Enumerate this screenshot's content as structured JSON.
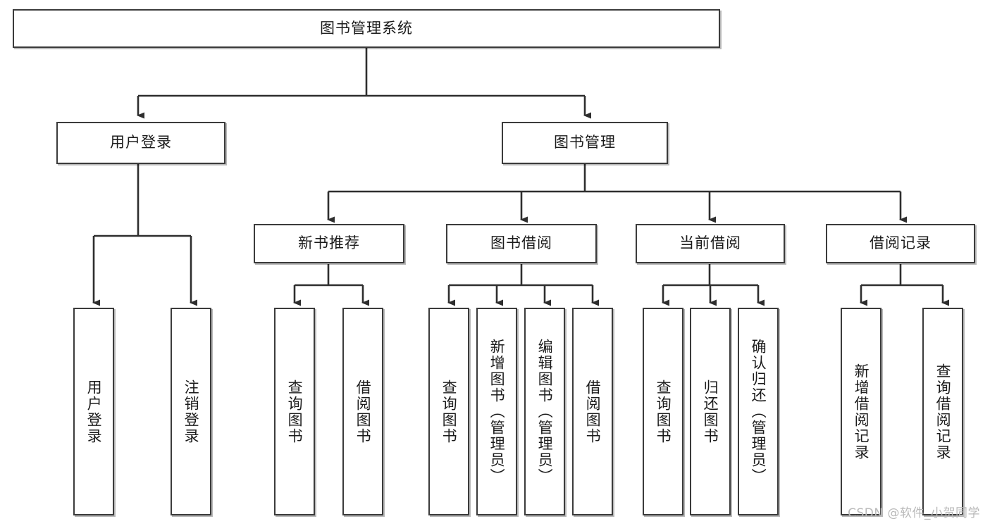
{
  "diagram": {
    "title": "图书管理系统",
    "type": "hierarchy-tree",
    "watermark": "CSDN @软件_小贺同学",
    "colors": {
      "background": "#ffffff",
      "box_border": "#3b3b3b",
      "box_fill": "#ffffff",
      "connector": "#2e2e2e",
      "text": "#1b1b1b",
      "watermark": "#b9b9b9"
    },
    "levels": {
      "root": {
        "label": "图书管理系统"
      },
      "level2": [
        {
          "label": "用户登录"
        },
        {
          "label": "图书管理"
        }
      ],
      "level3": [
        {
          "label": "新书推荐"
        },
        {
          "label": "图书借阅"
        },
        {
          "label": "当前借阅"
        },
        {
          "label": "借阅记录"
        }
      ],
      "leaves": {
        "user_login": [
          {
            "label": "用户登录"
          },
          {
            "label": "注销登录"
          }
        ],
        "new_book_recommend": [
          {
            "label": "查询图书"
          },
          {
            "label": "借阅图书"
          }
        ],
        "book_borrow": [
          {
            "label": "查询图书"
          },
          {
            "label": "新增图书（管理员）"
          },
          {
            "label": "编辑图书（管理员）"
          },
          {
            "label": "借阅图书"
          }
        ],
        "current_borrow": [
          {
            "label": "查询图书"
          },
          {
            "label": "归还图书"
          },
          {
            "label": "确认归还（管理员）"
          }
        ],
        "borrow_record": [
          {
            "label": "新增借阅记录"
          },
          {
            "label": "查询借阅记录"
          }
        ]
      }
    }
  }
}
